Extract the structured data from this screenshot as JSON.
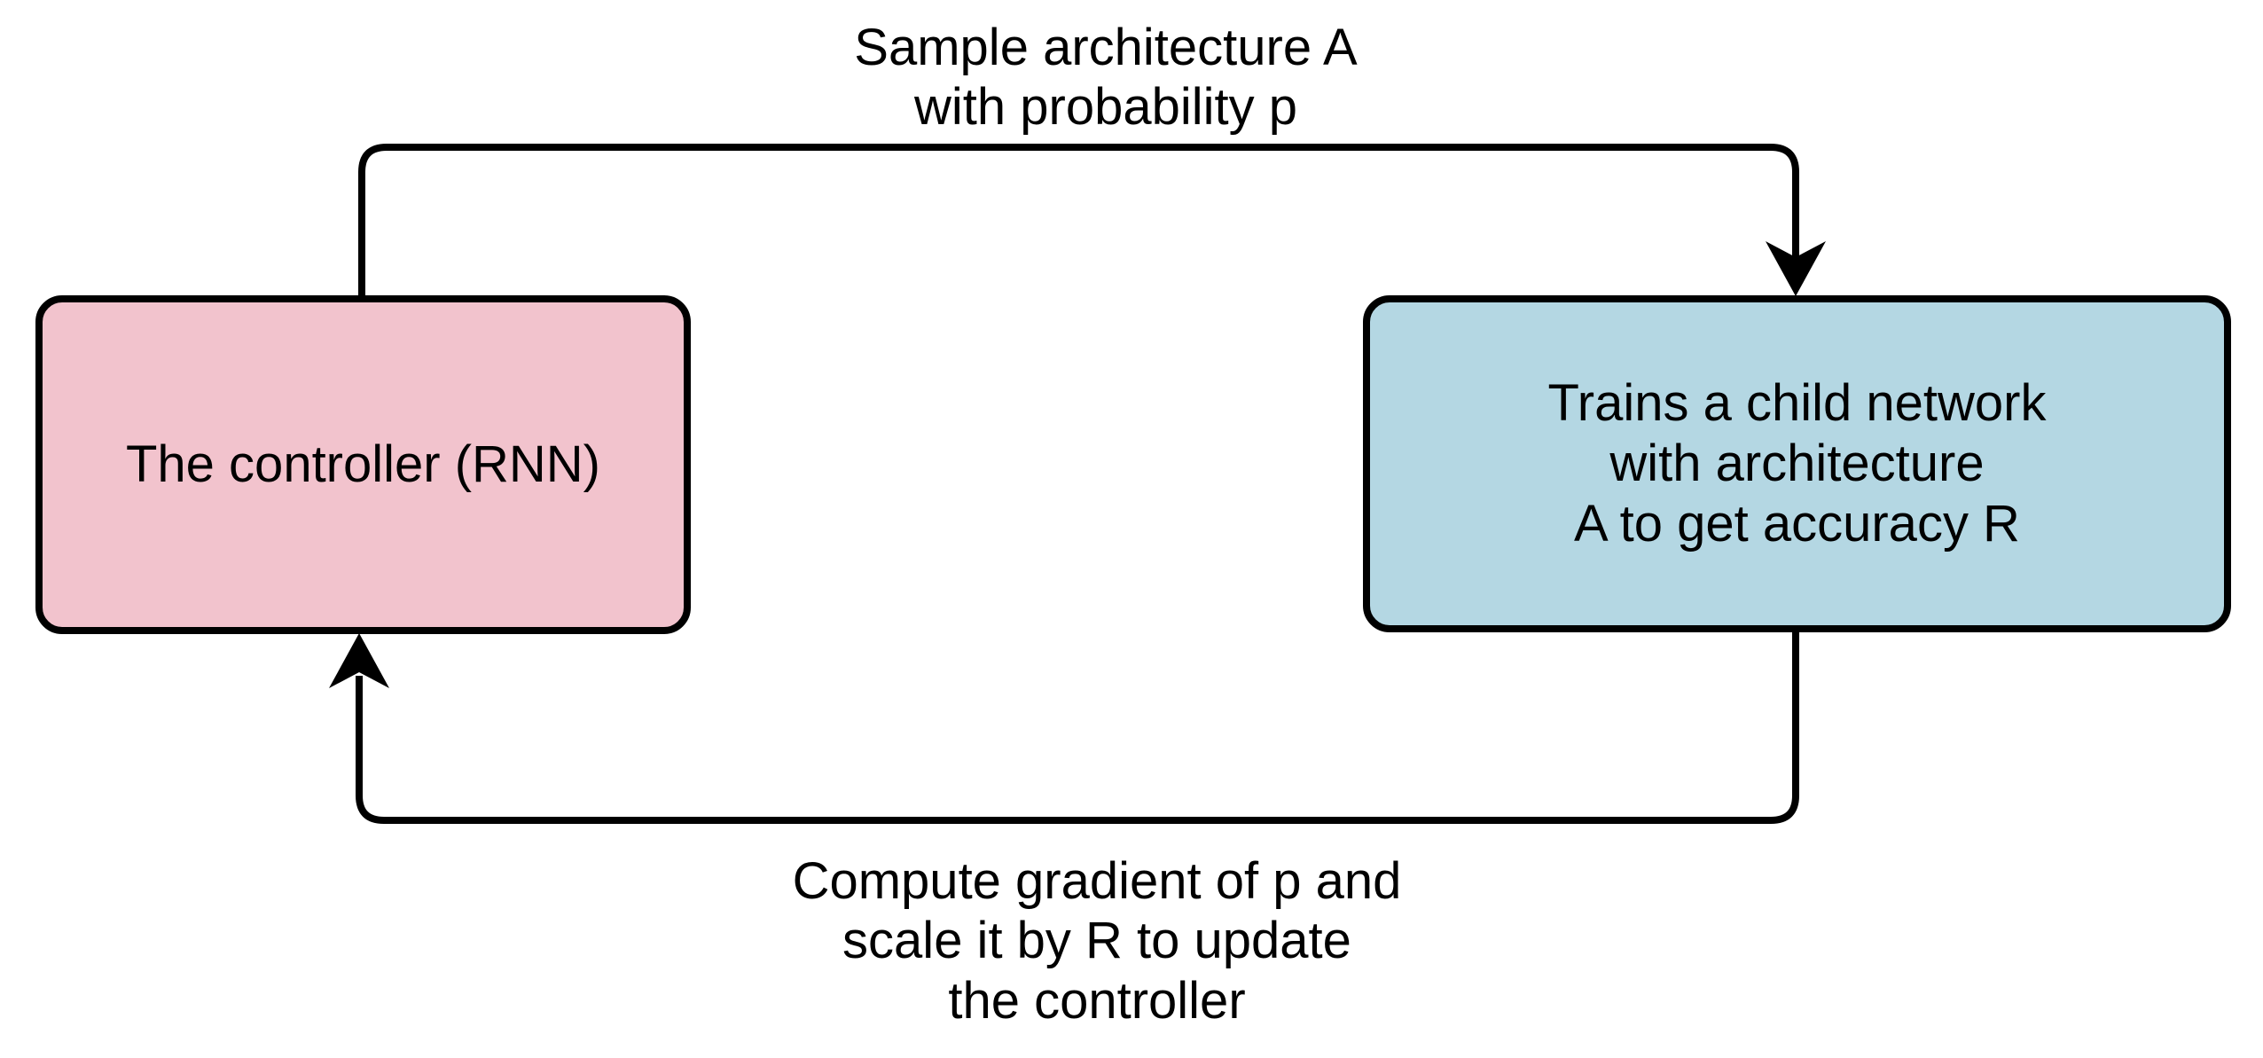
{
  "labels": {
    "top": {
      "line1": "Sample architecture A",
      "line2": "with probability p"
    },
    "bottom": {
      "line1": "Compute gradient of p and",
      "line2": "scale it by R to update",
      "line3": "the controller"
    }
  },
  "nodes": {
    "controller": {
      "label": "The controller (RNN)",
      "fill": "#f2c3cd",
      "border": "#000000"
    },
    "child_network": {
      "line1": "Trains a child network",
      "line2": "with architecture",
      "line3": "A to get accuracy R",
      "fill": "#b4d7e3",
      "border": "#000000"
    }
  },
  "arrows": {
    "color": "#000000"
  }
}
